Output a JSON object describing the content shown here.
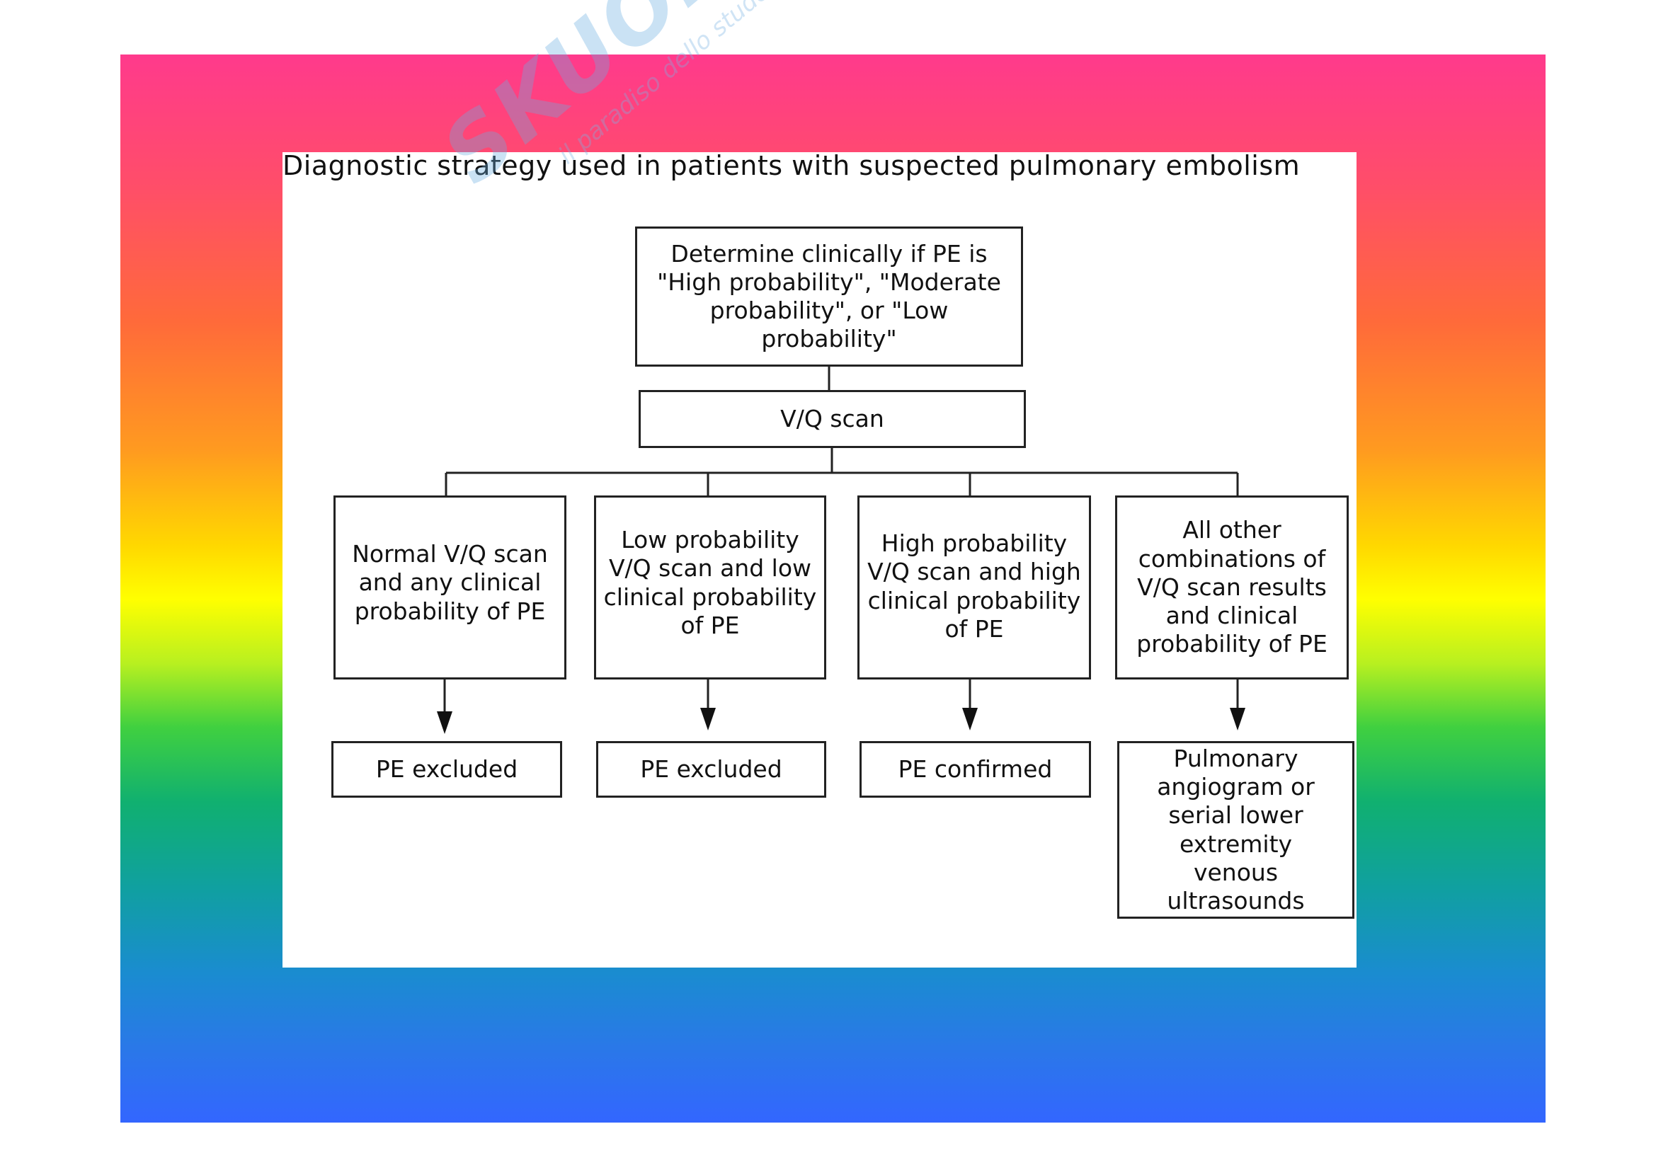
{
  "title": "Diagnostic strategy used in patients with suspected pulmonary embolism",
  "watermark": {
    "logo": "SKUOLA.net",
    "tagline": "il paradiso dello studente"
  },
  "nodes": {
    "top": "Determine clinically if PE is \"High probability\", \"Moderate probability\", or \"Low probability\"",
    "vq": "V/Q scan",
    "branch1": "Normal V/Q scan and any clinical probability of PE",
    "branch2": "Low probability V/Q scan and low clinical probability of PE",
    "branch3": "High probability V/Q scan and high clinical probability of PE",
    "branch4": "All other combinations of V/Q scan results and clinical probability of PE",
    "out1": "PE excluded",
    "out2": "PE excluded",
    "out3": "PE confirmed",
    "out4": "Pulmonary angiogram or serial lower extremity venous ultrasounds"
  },
  "colors": {
    "gradient_top": "#ff3a8c",
    "gradient_mid": "#ffff00",
    "gradient_bottom": "#3366ff"
  }
}
